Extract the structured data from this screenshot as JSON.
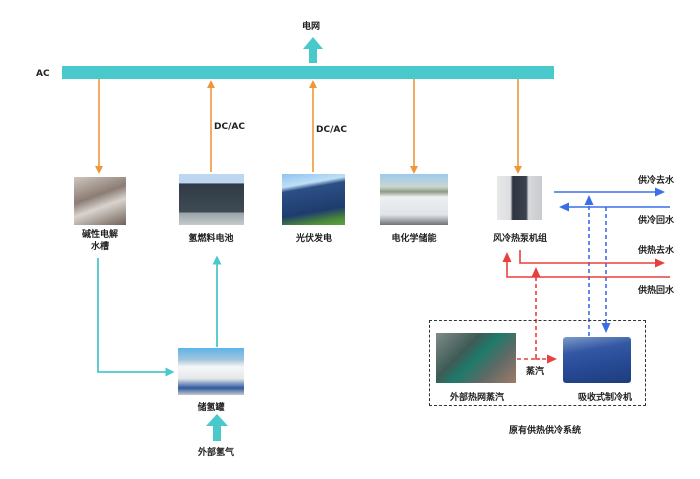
{
  "colors": {
    "bus": "#4ac9cc",
    "electric": "#f0963a",
    "hydrogen": "#4ac9cc",
    "cooling": "#3a6ee8",
    "heating": "#e8403e",
    "steam": "#e8403e"
  },
  "bus": {
    "label": "AC",
    "grid_label": "电网"
  },
  "converters": {
    "fuel_cell": "DC/AC",
    "pv": "DC/AC"
  },
  "nodes": {
    "electrolyzer": {
      "label_line1": "碱性电解",
      "label_line2": "水槽",
      "icon": "electrolyzer-photo"
    },
    "fuel_cell": {
      "label": "氢燃料电池",
      "icon": "fuel-cell-photo"
    },
    "pv": {
      "label": "光伏发电",
      "icon": "solar-panel-photo"
    },
    "battery": {
      "label": "电化学储能",
      "icon": "battery-storage-photo"
    },
    "heat_pump": {
      "label": "风冷热泵机组",
      "icon": "heat-pump-photo"
    },
    "h2_tank": {
      "label": "储氢罐",
      "icon": "hydrogen-tank-photo"
    },
    "external_h2": {
      "label": "外部氢气"
    },
    "steam_source": {
      "label": "外部热网蒸汽",
      "icon": "steam-plant-photo"
    },
    "absorption_chiller": {
      "label": "吸收式制冷机",
      "icon": "absorption-chiller-photo"
    }
  },
  "pipes": {
    "cold_supply": "供冷去水",
    "cold_return": "供冷回水",
    "heat_supply": "供热去水",
    "heat_return": "供热回水",
    "steam": "蒸汽"
  },
  "existing_system": {
    "label": "原有供热供冷系统"
  }
}
